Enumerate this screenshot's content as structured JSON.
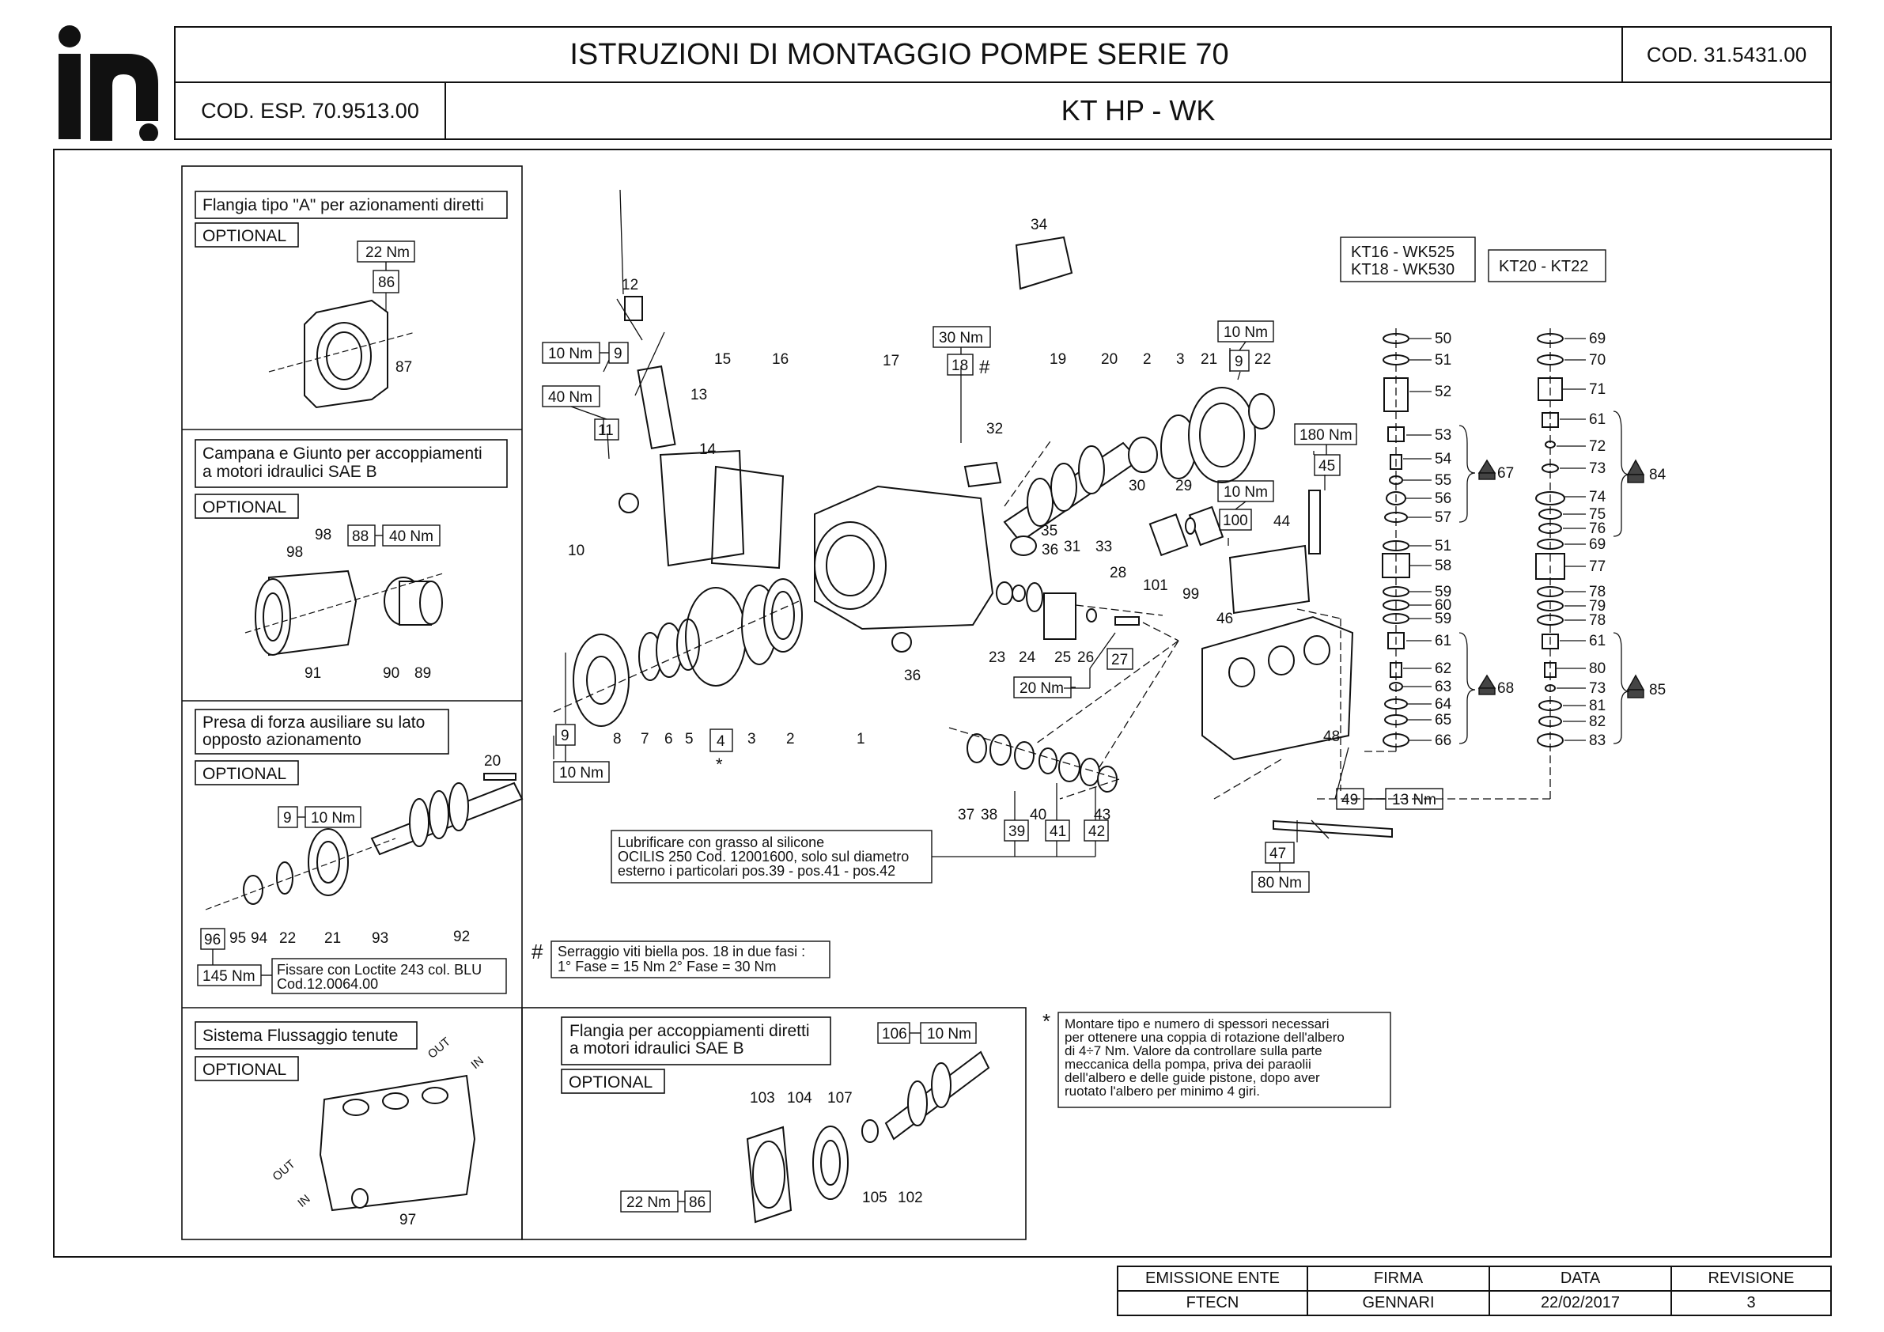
{
  "header": {
    "title": "ISTRUZIONI DI MONTAGGIO POMPE SERIE 70",
    "code": "COD. 31.5431.00",
    "exploded_code": "COD. ESP. 70.9513.00",
    "model": "KT HP - WK"
  },
  "logo": {
    "letters": "ip"
  },
  "footer": {
    "headers": [
      "EMISSIONE ENTE",
      "FIRMA",
      "DATA",
      "REVISIONE"
    ],
    "values": [
      "FTECN",
      "GENNARI",
      "22/02/2017",
      "3"
    ]
  },
  "left_panels": {
    "flange_a": {
      "title": "Flangia tipo \"A\" per azionamenti diretti",
      "optional": "OPTIONAL",
      "torque": "22 Nm",
      "screw_pos": "86",
      "part_pos": "87"
    },
    "bell": {
      "title_line1": "Campana e Giunto per accoppiamenti",
      "title_line2": "a motori idraulici SAE B",
      "optional": "OPTIONAL",
      "pos_98a": "98",
      "pos_98b": "98",
      "screw_pos": "88",
      "torque": "40 Nm",
      "pos_91": "91",
      "pos_90": "90",
      "pos_89": "89"
    },
    "pto": {
      "title_line1": "Presa di forza ausiliare su lato",
      "title_line2": "opposto azionamento",
      "optional": "OPTIONAL",
      "pos_20": "20",
      "screw_pos": "9",
      "torque": "10 Nm",
      "labels": [
        "95",
        "94",
        "22",
        "21",
        "93",
        "92"
      ],
      "pos_96": "96",
      "torque_96": "145 Nm",
      "note_line1": "Fissare con  Loctite 243 col. BLU",
      "note_line2": "Cod.12.0064.00"
    },
    "flush": {
      "title": "Sistema Flussaggio tenute",
      "optional": "OPTIONAL",
      "out1": "OUT",
      "in1": "IN",
      "out2": "OUT",
      "in2": "IN",
      "pos_97": "97"
    }
  },
  "bottom_mid": {
    "title_line1": "Flangia per accoppiamenti diretti",
    "title_line2": "a motori idraulici SAE B",
    "optional": "OPTIONAL",
    "pos_106": "106",
    "torque_106": "10 Nm",
    "labels": [
      "103",
      "104",
      "107",
      "105",
      "102"
    ],
    "torque_86": "22 Nm",
    "pos_86": "86"
  },
  "notes": {
    "lube_line1": "Lubrificare con grasso al silicone",
    "lube_line2": "OCILIS 250 Cod. 12001600, solo sul diametro",
    "lube_line3": "esterno i particolari pos.39 - pos.41 - pos.42",
    "hash_symbol": "#",
    "hash_line1": "Serraggio viti biella pos. 18 in due fasi :",
    "hash_line2": "1° Fase = 15 Nm   2° Fase = 30 Nm",
    "star_symbol": "*",
    "star_lines": [
      "Montare tipo e numero di spessori necessari",
      "per ottenere una coppia di rotazione dell'albero",
      "di 4÷7 Nm. Valore da controllare sulla parte",
      "meccanica della pompa, priva dei paraolii",
      "dell'albero e delle guide pistone, dopo aver",
      "ruotato l'albero per minimo 4 giri."
    ]
  },
  "variants": {
    "kt16": "KT16 - WK525",
    "kt18": "KT18 - WK530",
    "kt20": "KT20 - KT22"
  },
  "torque_tags": {
    "t10_9": "10 Nm",
    "p9a": "9",
    "t40_11": "40 Nm",
    "p11": "11",
    "t30_18": "30 Nm",
    "p18": "18",
    "hash18": "#",
    "t10_22": "10 Nm",
    "p9b": "9",
    "t180": "180 Nm",
    "p45": "45",
    "t10_100": "10 Nm",
    "p100": "100",
    "p9c": "9",
    "t10_9c": "10 Nm",
    "p4": "4",
    "star4": "*",
    "t20_27": "20 Nm",
    "p27": "27",
    "p39": "39",
    "p41": "41",
    "p42": "42",
    "p49": "49",
    "t13": "13 Nm",
    "p47": "47",
    "t80": "80 Nm"
  },
  "part_labels": {
    "p12": "12",
    "p13": "13",
    "p14": "14",
    "p15": "15",
    "p16": "16",
    "p17": "17",
    "p19": "19",
    "p20": "20",
    "p2a": "2",
    "p3a": "3",
    "p21": "21",
    "p22": "22",
    "p34": "34",
    "p32": "32",
    "p10": "10",
    "p35": "35",
    "p36a": "36",
    "p31": "31",
    "p33": "33",
    "p30": "30",
    "p29": "29",
    "p28": "28",
    "p101": "101",
    "p99": "99",
    "p44": "44",
    "p36b": "36",
    "p23": "23",
    "p24": "24",
    "p25": "25",
    "p26": "26",
    "p8": "8",
    "p7": "7",
    "p6": "6",
    "p5": "5",
    "p3b": "3",
    "p2b": "2",
    "p1": "1",
    "p37": "37",
    "p38": "38",
    "p40": "40",
    "p43": "43",
    "p46": "46",
    "p48": "48"
  },
  "valve_left": [
    "50",
    "51",
    "52",
    "53",
    "54",
    "55",
    "56",
    "57",
    "51",
    "58",
    "59",
    "60",
    "59",
    "61",
    "62",
    "63",
    "64",
    "65",
    "66"
  ],
  "valve_left_groups": {
    "g67": "67",
    "g68": "68"
  },
  "valve_right": [
    "69",
    "70",
    "71",
    "61",
    "72",
    "73",
    "74",
    "75",
    "76",
    "69",
    "77",
    "78",
    "79",
    "78",
    "61",
    "80",
    "73",
    "81",
    "82",
    "83"
  ],
  "valve_right_groups": {
    "g84": "84",
    "g85": "85"
  }
}
